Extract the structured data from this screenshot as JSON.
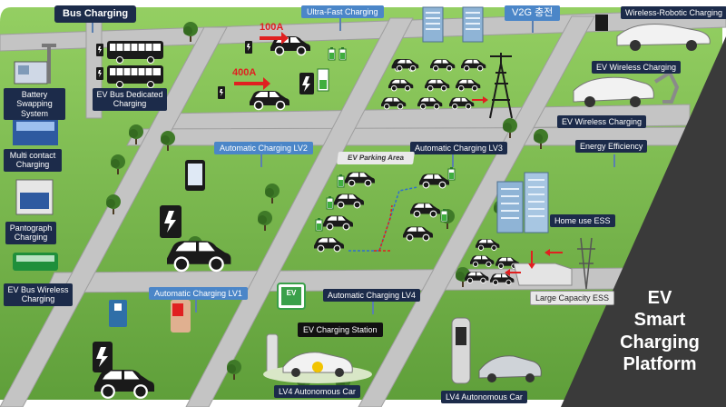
{
  "platform": {
    "lines": [
      "EV",
      "Smart",
      "Charging",
      "Platform"
    ]
  },
  "zones": {
    "bus_charging": {
      "header": "Bus Charging",
      "items": {
        "battery_swapping": "Battery Swapping\nSystem",
        "ev_bus_dedicated": "EV Bus Dedicated\nCharging",
        "multi_contact": "Multi contact\nCharging",
        "pantograph": "Pantograph\nCharging",
        "ev_bus_wireless": "EV Bus Wireless\nCharging"
      }
    },
    "ultra_fast": {
      "label": "Ultra-Fast Charging",
      "amp_high": "100A",
      "amp_low": "400A"
    },
    "v2g": {
      "label": "V2G 충전"
    },
    "wireless_robotic": {
      "label": "Wireless-Robotic Charging"
    },
    "ev_wireless_top": {
      "label": "EV Wireless Charging"
    },
    "ev_wireless_mid": {
      "label": "EV Wireless Charging"
    },
    "energy_efficiency": {
      "label": "Energy Efficiency"
    },
    "auto_lv2": {
      "label": "Automatic Charging LV2"
    },
    "auto_lv3": {
      "label": "Automatic Charging LV3",
      "parking": "EV Parking Area"
    },
    "home_ess": {
      "label": "Home use ESS"
    },
    "large_ess": {
      "label": "Large Capacity ESS"
    },
    "auto_lv1": {
      "label": "Automatic Charging LV1"
    },
    "auto_lv4": {
      "label": "Automatic Charging LV4"
    },
    "station": {
      "label": "EV Charging Station",
      "sign": "EV"
    },
    "lv4_car_left": {
      "label": "LV4 Autonomous Car"
    },
    "lv4_car_right": {
      "label": "LV4 Autonomous Car"
    }
  },
  "colors": {
    "grass": "#7cbf4e",
    "grass_dark": "#5e9e37",
    "road": "#bdbdbd",
    "panel": "#3a3a3a",
    "label_dark": "#1c2b4a",
    "label_blue": "#4b86c8",
    "arrow_red": "#e02020"
  }
}
